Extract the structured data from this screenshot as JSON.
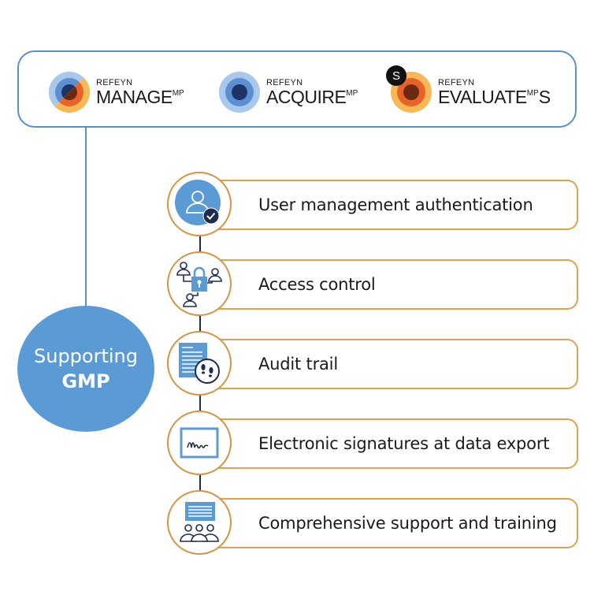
{
  "header": {
    "products": [
      {
        "brand": "REFEYN",
        "name": "MANAGE",
        "suffix": "MP",
        "icon": "manage-logo-icon"
      },
      {
        "brand": "REFEYN",
        "name": "ACQUIRE",
        "suffix": "MP",
        "icon": "acquire-logo-icon"
      },
      {
        "brand": "REFEYN",
        "name": "EVALUATE",
        "suffix": "MP",
        "suffix2": "S",
        "badge": "S",
        "icon": "evaluate-logo-icon"
      }
    ]
  },
  "hub": {
    "line1": "Supporting",
    "line2": "GMP"
  },
  "features": [
    {
      "label": "User management authentication",
      "icon": "user-check-icon"
    },
    {
      "label": "Access control",
      "icon": "lock-users-icon"
    },
    {
      "label": "Audit trail",
      "icon": "document-footprints-icon"
    },
    {
      "label": "Electronic signatures at data export",
      "icon": "signature-icon"
    },
    {
      "label": "Comprehensive support and training",
      "icon": "training-icon"
    }
  ],
  "colors": {
    "accent_blue": "#5b9bd5",
    "border_orange": "#e0a24e",
    "dark_navy": "#1f2d4d"
  }
}
